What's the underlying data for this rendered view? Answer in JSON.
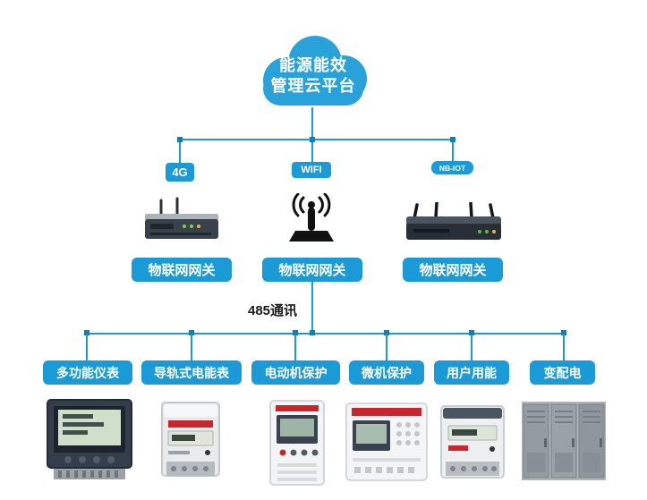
{
  "colors": {
    "primary_blue": "#1a9bd7",
    "node_blue": "#0f7fb8",
    "cloud_blue": "#29a2da"
  },
  "cloud": {
    "line1": "能源能效",
    "line2": "管理云平台"
  },
  "gateways": [
    {
      "badge": "4G",
      "label": "物联网网关",
      "device": "router-4g-image"
    },
    {
      "badge": "WIFI",
      "label": "物联网网关",
      "device": "wifi-antenna-icon"
    },
    {
      "badge": "NB-IOT",
      "label": "物联网网关",
      "device": "router-nbiot-image"
    }
  ],
  "bus": {
    "label": "485通讯"
  },
  "endpoints": [
    {
      "label": "多功能仪表",
      "device": "multifunction-meter-image"
    },
    {
      "label": "导轨式电能表",
      "device": "din-rail-energy-meter-image"
    },
    {
      "label": "电动机保护",
      "device": "motor-protection-device-image"
    },
    {
      "label": "微机保护",
      "device": "microcomputer-protection-image"
    },
    {
      "label": "用户用能",
      "device": "user-energy-meter-image"
    },
    {
      "label": "变配电",
      "device": "power-distribution-cabinet-image"
    }
  ]
}
